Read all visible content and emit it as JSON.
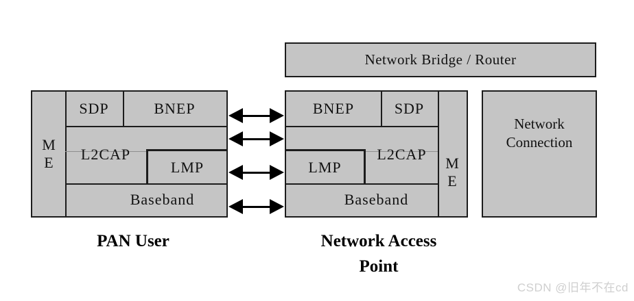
{
  "colors": {
    "box_fill": "#c5c5c5",
    "border": "#1c1c1c",
    "arrow": "#000000",
    "watermark_text": "#cfcfcf"
  },
  "top_box": {
    "label": "Network Bridge / Router"
  },
  "pan_user": {
    "caption": "PAN User",
    "me": "M E",
    "layers": {
      "sdp": "SDP",
      "bnep": "BNEP",
      "l2cap": "L2CAP",
      "lmp": "LMP",
      "baseband": "Baseband"
    }
  },
  "access_point": {
    "caption": "Network Access Point",
    "me": "M E",
    "layers": {
      "bnep": "BNEP",
      "sdp": "SDP",
      "lmp": "LMP",
      "l2cap": "L2CAP",
      "baseband": "Baseband"
    }
  },
  "network_connection": {
    "label": "Network Connection"
  },
  "arrows": {
    "count": 4,
    "style": "double-headed"
  },
  "watermark": "CSDN @旧年不在cd"
}
